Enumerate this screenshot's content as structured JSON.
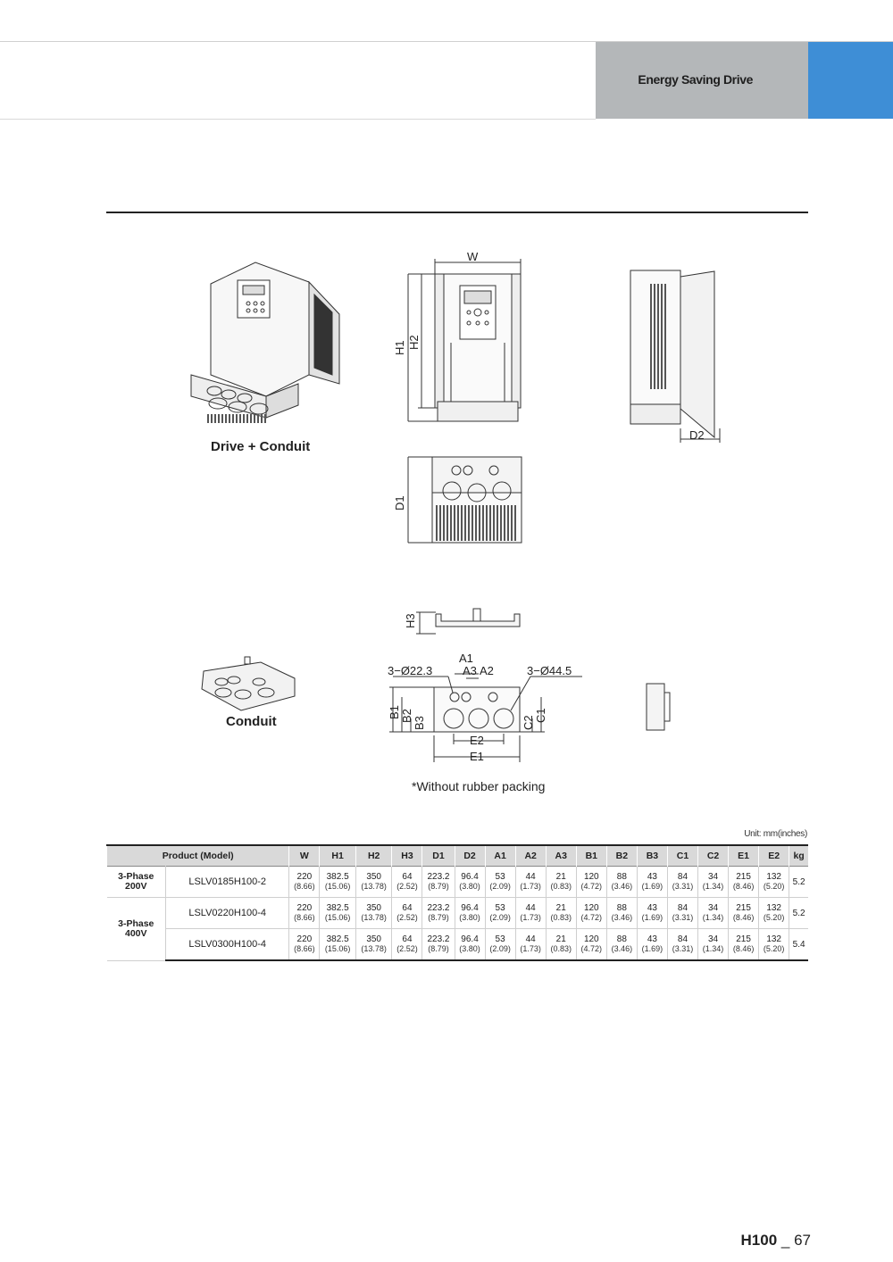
{
  "header": {
    "title": "Energy Saving Drive"
  },
  "figures": {
    "iso_caption": "Drive + Conduit",
    "conduit_caption": "Conduit",
    "note": "*Without rubber packing",
    "dims": {
      "w": "W",
      "h1": "H1",
      "h2": "H2",
      "d1": "D1",
      "d2": "D2",
      "h3": "H3",
      "a1": "A1",
      "a2": "A2",
      "a3": "A3",
      "b1": "B1",
      "b2": "B2",
      "b3": "B3",
      "c1": "C1",
      "c2": "C2",
      "e1": "E1",
      "e2": "E2",
      "hole_small": "3−Ø22.3",
      "hole_large": "3−Ø44.5"
    }
  },
  "table": {
    "unit": "Unit: mm(inches)",
    "headers": [
      "Product (Model)",
      "W",
      "H1",
      "H2",
      "H3",
      "D1",
      "D2",
      "A1",
      "A2",
      "A3",
      "B1",
      "B2",
      "B3",
      "C1",
      "C2",
      "E1",
      "E2",
      "kg"
    ],
    "groups": [
      {
        "phase1": "3-Phase",
        "phase2": "200V"
      },
      {
        "phase1": "3-Phase",
        "phase2": "400V"
      }
    ],
    "rows": [
      {
        "model": "LSLV0185H100-2",
        "v": [
          [
            "220",
            "(8.66)"
          ],
          [
            "382.5",
            "(15.06)"
          ],
          [
            "350",
            "(13.78)"
          ],
          [
            "64",
            "(2.52)"
          ],
          [
            "223.2",
            "(8.79)"
          ],
          [
            "96.4",
            "(3.80)"
          ],
          [
            "53",
            "(2.09)"
          ],
          [
            "44",
            "(1.73)"
          ],
          [
            "21",
            "(0.83)"
          ],
          [
            "120",
            "(4.72)"
          ],
          [
            "88",
            "(3.46)"
          ],
          [
            "43",
            "(1.69)"
          ],
          [
            "84",
            "(3.31)"
          ],
          [
            "34",
            "(1.34)"
          ],
          [
            "215",
            "(8.46)"
          ],
          [
            "132",
            "(5.20)"
          ]
        ],
        "kg": "5.2"
      },
      {
        "model": "LSLV0220H100-4",
        "v": [
          [
            "220",
            "(8.66)"
          ],
          [
            "382.5",
            "(15.06)"
          ],
          [
            "350",
            "(13.78)"
          ],
          [
            "64",
            "(2.52)"
          ],
          [
            "223.2",
            "(8.79)"
          ],
          [
            "96.4",
            "(3.80)"
          ],
          [
            "53",
            "(2.09)"
          ],
          [
            "44",
            "(1.73)"
          ],
          [
            "21",
            "(0.83)"
          ],
          [
            "120",
            "(4.72)"
          ],
          [
            "88",
            "(3.46)"
          ],
          [
            "43",
            "(1.69)"
          ],
          [
            "84",
            "(3.31)"
          ],
          [
            "34",
            "(1.34)"
          ],
          [
            "215",
            "(8.46)"
          ],
          [
            "132",
            "(5.20)"
          ]
        ],
        "kg": "5.2"
      },
      {
        "model": "LSLV0300H100-4",
        "v": [
          [
            "220",
            "(8.66)"
          ],
          [
            "382.5",
            "(15.06)"
          ],
          [
            "350",
            "(13.78)"
          ],
          [
            "64",
            "(2.52)"
          ],
          [
            "223.2",
            "(8.79)"
          ],
          [
            "96.4",
            "(3.80)"
          ],
          [
            "53",
            "(2.09)"
          ],
          [
            "44",
            "(1.73)"
          ],
          [
            "21",
            "(0.83)"
          ],
          [
            "120",
            "(4.72)"
          ],
          [
            "88",
            "(3.46)"
          ],
          [
            "43",
            "(1.69)"
          ],
          [
            "84",
            "(3.31)"
          ],
          [
            "34",
            "(1.34)"
          ],
          [
            "215",
            "(8.46)"
          ],
          [
            "132",
            "(5.20)"
          ]
        ],
        "kg": "5.4"
      }
    ]
  },
  "footer": {
    "product": "H100",
    "sep": " _ ",
    "page": "67"
  }
}
